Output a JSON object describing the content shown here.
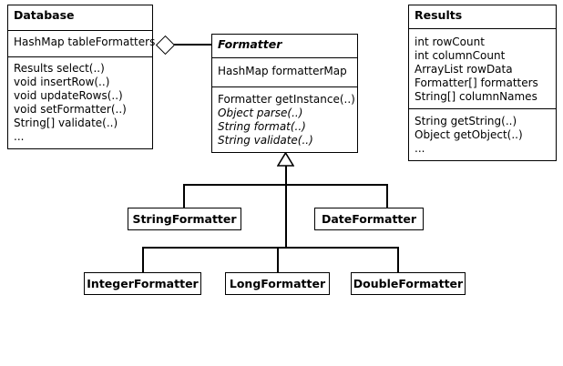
{
  "diagram": {
    "title": "Formatter class hierarchy UML diagram",
    "type": "uml-class-diagram",
    "background_color": "#ffffff",
    "line_color": "#000000"
  },
  "classes": {
    "database": {
      "name": "Database",
      "abstract": false,
      "attributes": [
        "HashMap tableFormatters"
      ],
      "operations": [
        "Results select(..)",
        "void insertRow(..)",
        "void updateRows(..)",
        "void setFormatter(..)",
        "String[] validate(..)",
        "..."
      ]
    },
    "formatter": {
      "name": "Formatter",
      "abstract": true,
      "attributes": [
        "HashMap formatterMap"
      ],
      "operations": [
        {
          "text": "Formatter getInstance(..)",
          "abstract": false
        },
        {
          "text": "Object parse(..)",
          "abstract": true
        },
        {
          "text": "String format(..)",
          "abstract": true
        },
        {
          "text": "String validate(..)",
          "abstract": true
        }
      ]
    },
    "results": {
      "name": "Results",
      "abstract": false,
      "attributes": [
        "int rowCount",
        "int columnCount",
        "ArrayList rowData",
        "Formatter[] formatters",
        "String[] columnNames"
      ],
      "operations": [
        "String getString(..)",
        "Object getObject(..)",
        "..."
      ]
    },
    "string_formatter": {
      "name": "StringFormatter"
    },
    "date_formatter": {
      "name": "DateFormatter"
    },
    "integer_formatter": {
      "name": "IntegerFormatter"
    },
    "long_formatter": {
      "name": "LongFormatter"
    },
    "double_formatter": {
      "name": "DoubleFormatter"
    }
  },
  "relationships": [
    {
      "kind": "aggregation",
      "source": "Database",
      "target": "Formatter",
      "decorator": "hollow-diamond"
    },
    {
      "kind": "generalization",
      "source": "StringFormatter",
      "target": "Formatter",
      "decorator": "hollow-triangle"
    },
    {
      "kind": "generalization",
      "source": "DateFormatter",
      "target": "Formatter",
      "decorator": "hollow-triangle"
    },
    {
      "kind": "generalization",
      "source": "IntegerFormatter",
      "target": "Formatter",
      "decorator": "hollow-triangle"
    },
    {
      "kind": "generalization",
      "source": "LongFormatter",
      "target": "Formatter",
      "decorator": "hollow-triangle"
    },
    {
      "kind": "generalization",
      "source": "DoubleFormatter",
      "target": "Formatter",
      "decorator": "hollow-triangle"
    }
  ]
}
